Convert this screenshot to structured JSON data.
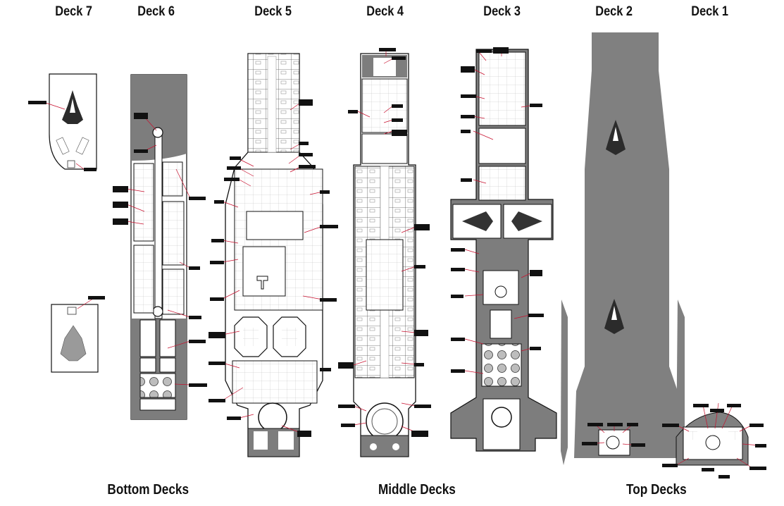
{
  "decks": [
    {
      "id": "deck7",
      "label": "Deck 7"
    },
    {
      "id": "deck6",
      "label": "Deck 6"
    },
    {
      "id": "deck5",
      "label": "Deck 5"
    },
    {
      "id": "deck4",
      "label": "Deck 4"
    },
    {
      "id": "deck3",
      "label": "Deck 3"
    },
    {
      "id": "deck2",
      "label": "Deck 2"
    },
    {
      "id": "deck1",
      "label": "Deck 1"
    }
  ],
  "groups": [
    {
      "id": "bottom",
      "label": "Bottom Decks"
    },
    {
      "id": "middle",
      "label": "Middle Decks"
    },
    {
      "id": "top",
      "label": "Top Decks"
    }
  ],
  "colors": {
    "hull": "#808080",
    "hull_dark": "#6e6e6e",
    "floor": "#ffffff",
    "wall": "#1a1a1a",
    "callout_line": "#c8102e",
    "callout_box": "#111111"
  }
}
